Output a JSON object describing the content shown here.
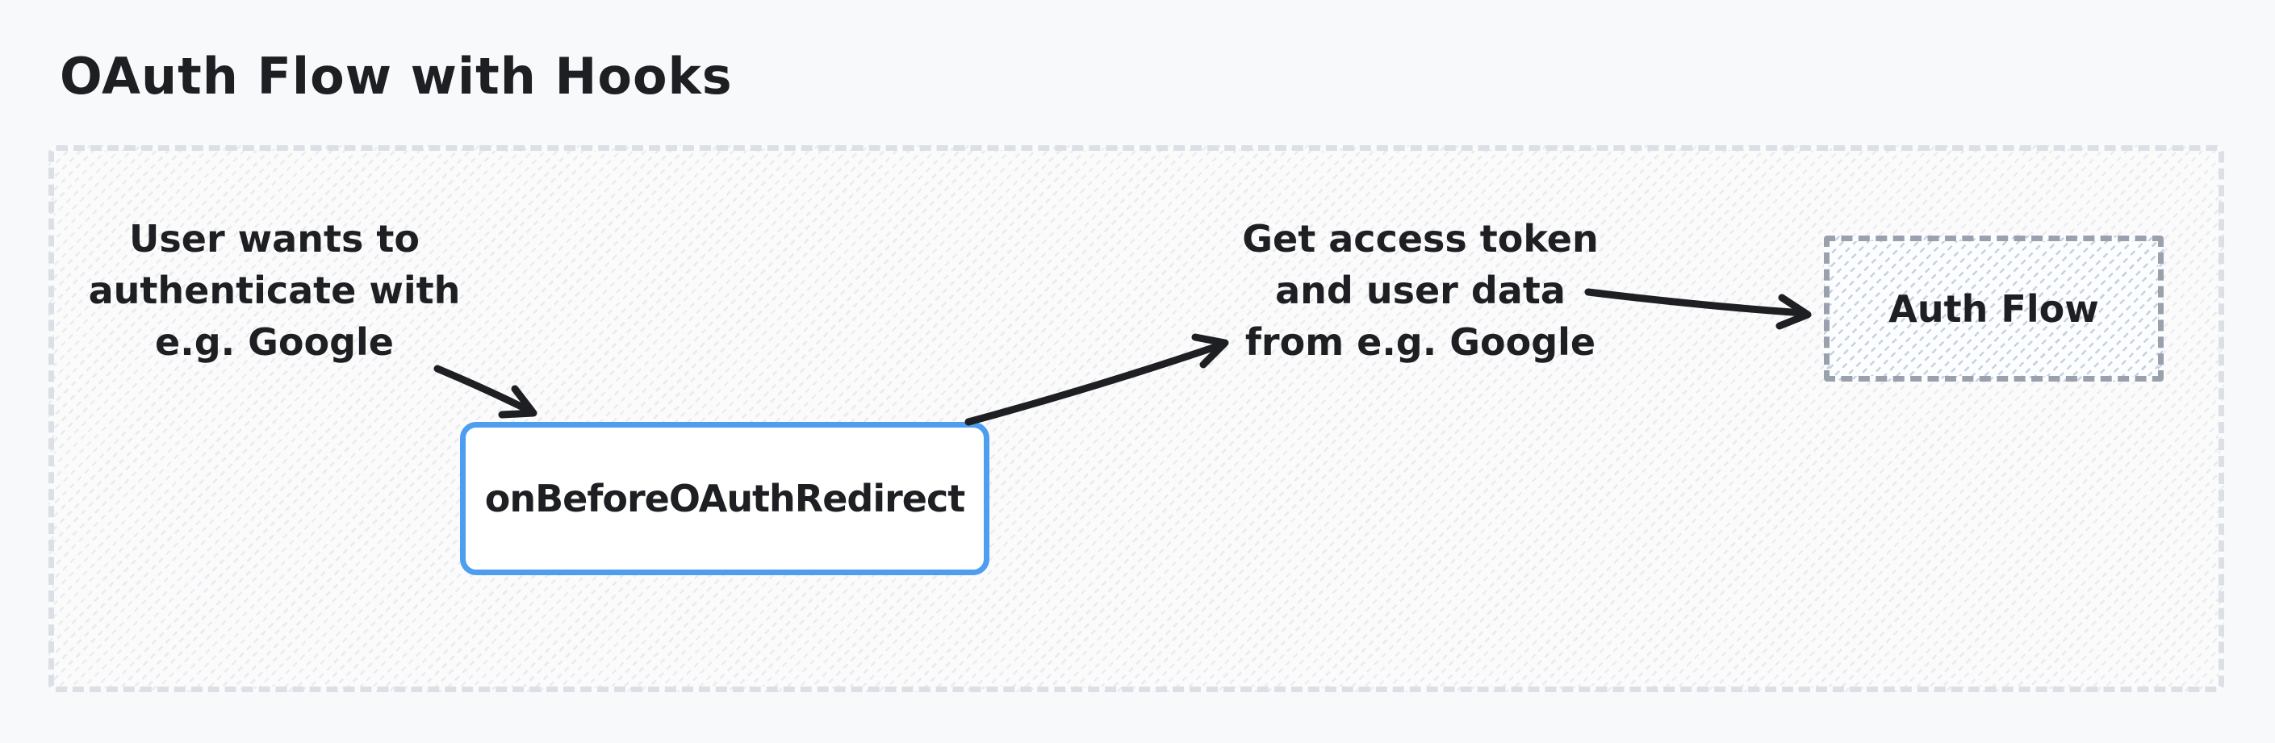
{
  "diagram": {
    "title": "OAuth Flow with Hooks",
    "labels": {
      "user_intent": "User wants to\nauthenticate with\ne.g. Google",
      "hook_node": "onBeforeOAuthRedirect",
      "token_step": "Get access token\nand user data\nfrom e.g. Google",
      "auth_flow_node": "Auth Flow"
    },
    "colors": {
      "accent_blue": "#4d9df0",
      "ink": "#1e1f22",
      "frame_dash": "#dce0e6",
      "auth_node_dash": "#99a1ac",
      "canvas_bg": "#f8f9fa"
    }
  }
}
